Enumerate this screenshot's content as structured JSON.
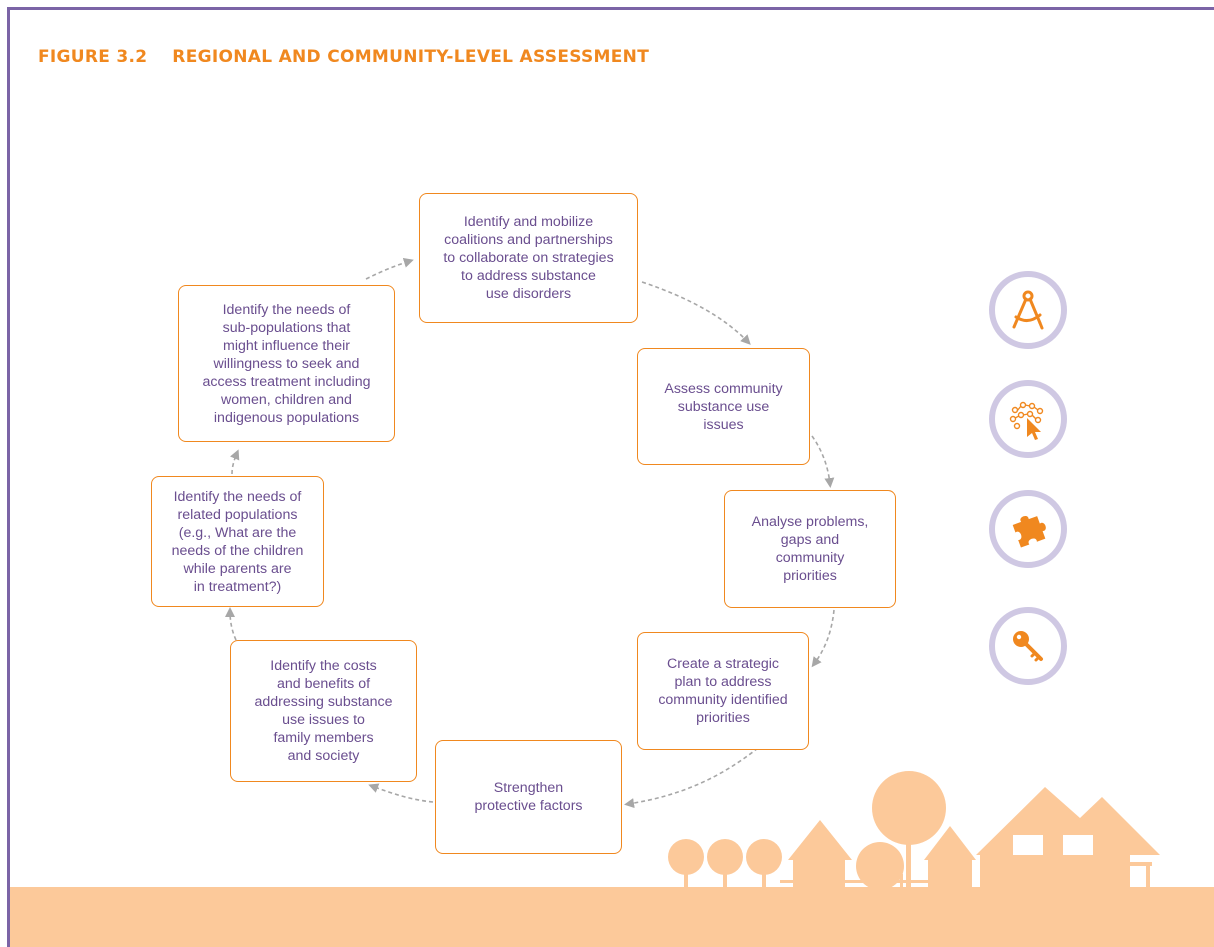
{
  "figure": {
    "title": "FIGURE 3.2    REGIONAL AND COMMUNITY-LEVEL ASSESSMENT"
  },
  "cycle_steps": [
    {
      "id": "mobilize",
      "text": "Identify and mobilize\ncoalitions and partnerships\nto collaborate on strategies\nto address substance\nuse disorders"
    },
    {
      "id": "assess",
      "text": "Assess community\nsubstance use\nissues"
    },
    {
      "id": "analyse",
      "text": "Analyse problems,\ngaps and\ncommunity\npriorities"
    },
    {
      "id": "plan",
      "text": "Create a strategic\nplan to address\ncommunity identified\npriorities"
    },
    {
      "id": "strengthen",
      "text": "Strengthen\nprotective factors"
    },
    {
      "id": "costs",
      "text": "Identify the costs\nand benefits of\naddressing substance\nuse issues to\nfamily members\nand society"
    },
    {
      "id": "related",
      "text": "Identify the needs of\nrelated populations\n(e.g., What are the\nneeds of the children\nwhile parents are\nin treatment?)"
    },
    {
      "id": "subpop",
      "text": "Identify the needs of\nsub-populations that\nmight influence their\nwillingness to seek and\naccess treatment including\nwomen, children and\nindigenous populations"
    }
  ],
  "side_icons": [
    "compass-icon",
    "network-cursor-icon",
    "puzzle-piece-icon",
    "key-icon"
  ],
  "colors": {
    "accent_orange": "#f0881f",
    "frame_purple": "#7b64a6",
    "text_purple": "#6a4e8f",
    "icon_ring": "#cfc8e3",
    "arrow_gray": "#a7a7a7",
    "scene_peach": "#fcc99a"
  }
}
